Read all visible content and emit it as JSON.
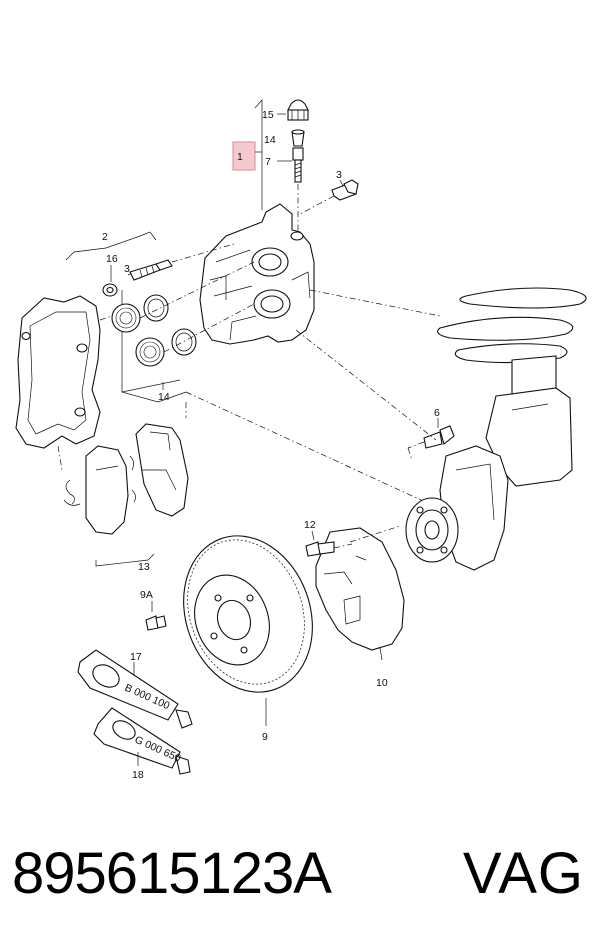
{
  "diagram": {
    "callouts": {
      "c1": "1",
      "c2": "2",
      "c3a": "3",
      "c3b": "3",
      "c6": "6",
      "c7": "7",
      "c9": "9",
      "c9a": "9A",
      "c10": "10",
      "c12": "12",
      "c13": "13",
      "c14a": "14",
      "c14b": "14",
      "c15": "15",
      "c16": "16",
      "c17": "17",
      "c18": "18"
    },
    "tube17_text": "B 000 100",
    "tube18_text": "G 000 650",
    "highlight_color": "#f4c9cf"
  },
  "footer": {
    "part_number": "895615123A",
    "brand": "VAG"
  }
}
